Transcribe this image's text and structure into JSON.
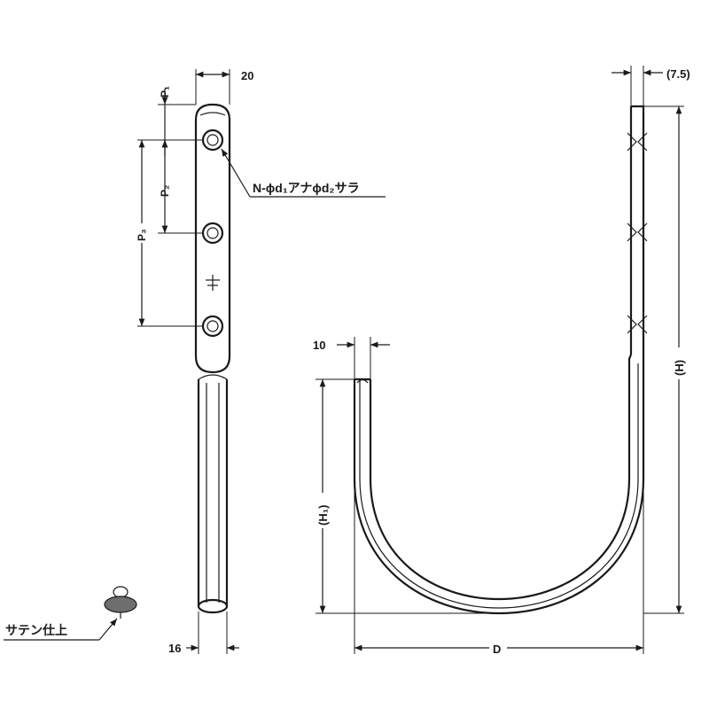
{
  "labels": {
    "width_top": "20",
    "width_bottom": "16",
    "pitch_1": "P₁",
    "pitch_2": "P₂",
    "pitch_3": "P₃",
    "hole_spec": "N-ϕd₁アナϕd₂サラ",
    "finish": "サテン仕上",
    "plate_thickness": "(7.5)",
    "rod_dia": "10",
    "height": "(H)",
    "inner_height": "(H₁)",
    "depth": "D"
  },
  "colors": {
    "line": "#1a1a1a",
    "background": "#ffffff",
    "finish_mark": "#6e6e6e"
  }
}
